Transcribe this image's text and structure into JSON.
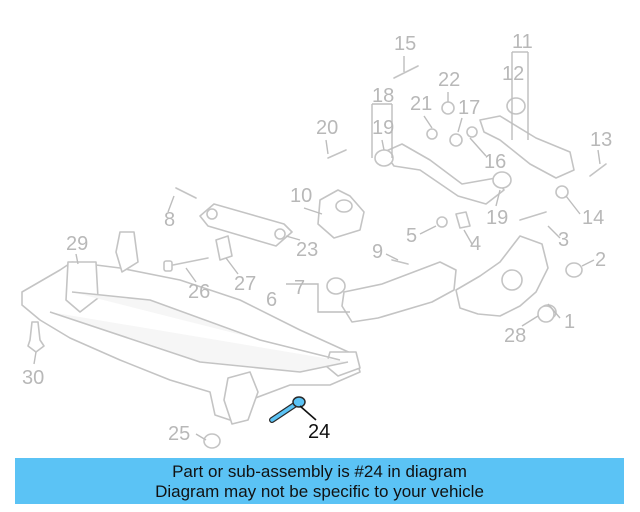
{
  "diagram": {
    "callouts": [
      "1",
      "2",
      "3",
      "4",
      "5",
      "6",
      "7",
      "8",
      "9",
      "10",
      "11",
      "12",
      "13",
      "14",
      "15",
      "16",
      "17",
      "18",
      "19",
      "19",
      "20",
      "21",
      "22",
      "23",
      "24",
      "25",
      "26",
      "27",
      "28",
      "29",
      "30"
    ],
    "highlighted_part": "24"
  },
  "banner": {
    "line1": "Part or sub-assembly is #24 in diagram",
    "line2": "Diagram may not be specific to your vehicle",
    "color": "#5bc3f5"
  },
  "colors": {
    "line_art": "#c4c4c4",
    "callout_text": "#b8b8b8",
    "highlight": "#5bc3f5"
  }
}
